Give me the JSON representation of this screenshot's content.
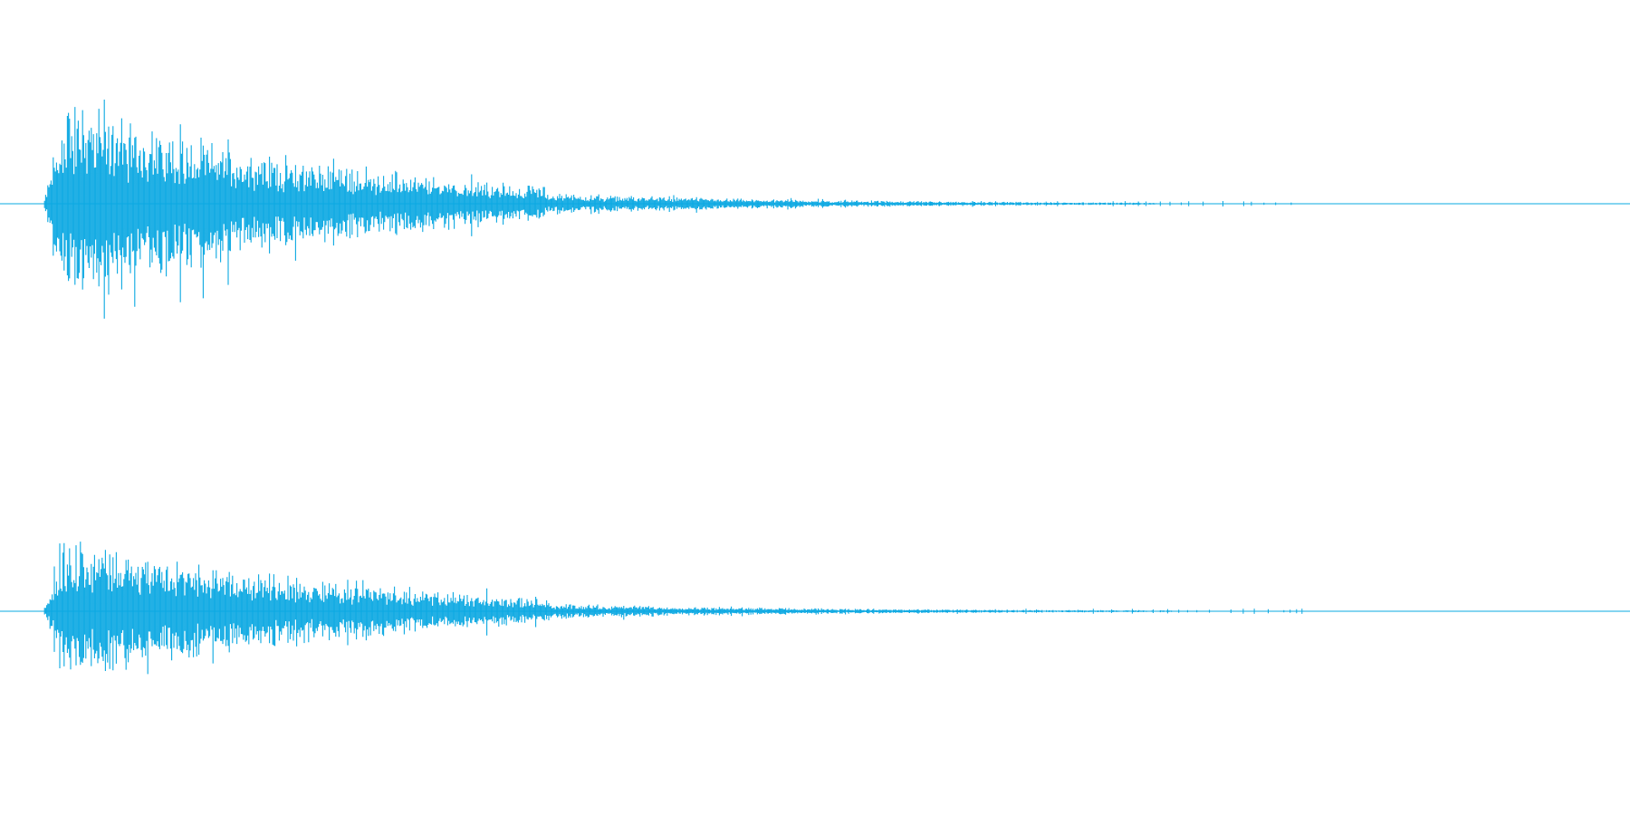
{
  "view": {
    "background_color": "#ffffff",
    "waveform_color": "#0aa8e2"
  },
  "channels": [
    {
      "name": "",
      "peak_amplitude": 0.96,
      "attack_fraction": 0.02,
      "decay_end_fraction": 0.71
    },
    {
      "name": "",
      "peak_amplitude": 0.7,
      "attack_fraction": 0.02,
      "decay_end_fraction": 0.72
    }
  ]
}
